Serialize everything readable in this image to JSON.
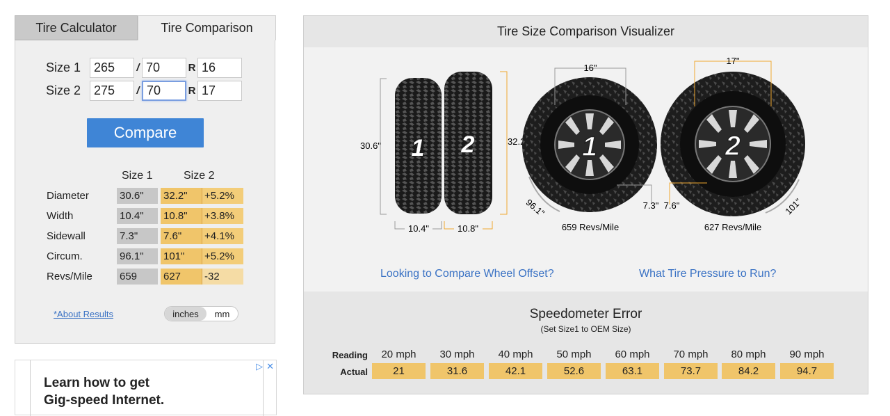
{
  "tabs": {
    "calculator": "Tire Calculator",
    "comparison": "Tire Comparison"
  },
  "size1": {
    "label": "Size 1",
    "width": "265",
    "aspect": "70",
    "rim": "16"
  },
  "size2": {
    "label": "Size 2",
    "width": "275",
    "aspect": "70",
    "rim": "17"
  },
  "separators": {
    "slash": "/",
    "r": "R"
  },
  "compare_label": "Compare",
  "results": {
    "col1": "Size 1",
    "col2": "Size 2",
    "rows": [
      {
        "label": "Diameter",
        "s1": "30.6\"",
        "s2": "32.2\"",
        "diff": "+5.2%"
      },
      {
        "label": "Width",
        "s1": "10.4\"",
        "s2": "10.8\"",
        "diff": "+3.8%"
      },
      {
        "label": "Sidewall",
        "s1": "7.3\"",
        "s2": "7.6\"",
        "diff": "+4.1%"
      },
      {
        "label": "Circum.",
        "s1": "96.1\"",
        "s2": "101\"",
        "diff": "+5.2%"
      },
      {
        "label": "Revs/Mile",
        "s1": "659",
        "s2": "627",
        "diff": "-32"
      }
    ]
  },
  "about_link": "*About Results",
  "units": {
    "inches": "inches",
    "mm": "mm"
  },
  "ad": {
    "line1": "Learn how to get",
    "line2": "Gig-speed Internet."
  },
  "visualizer": {
    "title": "Tire Size Comparison Visualizer",
    "tire1_num": "1",
    "tire2_num": "2",
    "side_d1": "30.6\"",
    "side_d2": "32.2\"",
    "side_w1": "10.4\"",
    "side_w2": "10.8\"",
    "rim1": "16\"",
    "rim2": "17\"",
    "sidewall1": "7.3\"",
    "sidewall2": "7.6\"",
    "circ1": "96.1\"",
    "circ2": "101\"",
    "revs1": "659 Revs/Mile",
    "revs2": "627 Revs/Mile"
  },
  "links": {
    "offset": "Looking to Compare Wheel Offset?",
    "pressure": "What Tire Pressure to Run?"
  },
  "speedo": {
    "title": "Speedometer Error",
    "subtitle": "(Set Size1 to OEM Size)",
    "reading_label": "Reading",
    "actual_label": "Actual",
    "readings": [
      "20 mph",
      "30 mph",
      "40 mph",
      "50 mph",
      "60 mph",
      "70 mph",
      "80 mph",
      "90 mph"
    ],
    "actuals": [
      "21",
      "31.6",
      "42.1",
      "52.6",
      "63.1",
      "73.7",
      "84.2",
      "94.7"
    ]
  },
  "colors": {
    "accent": "#3f85d6",
    "highlight": "#f0c56a",
    "link": "#3a72c4",
    "dim_line": "#f0a830"
  }
}
